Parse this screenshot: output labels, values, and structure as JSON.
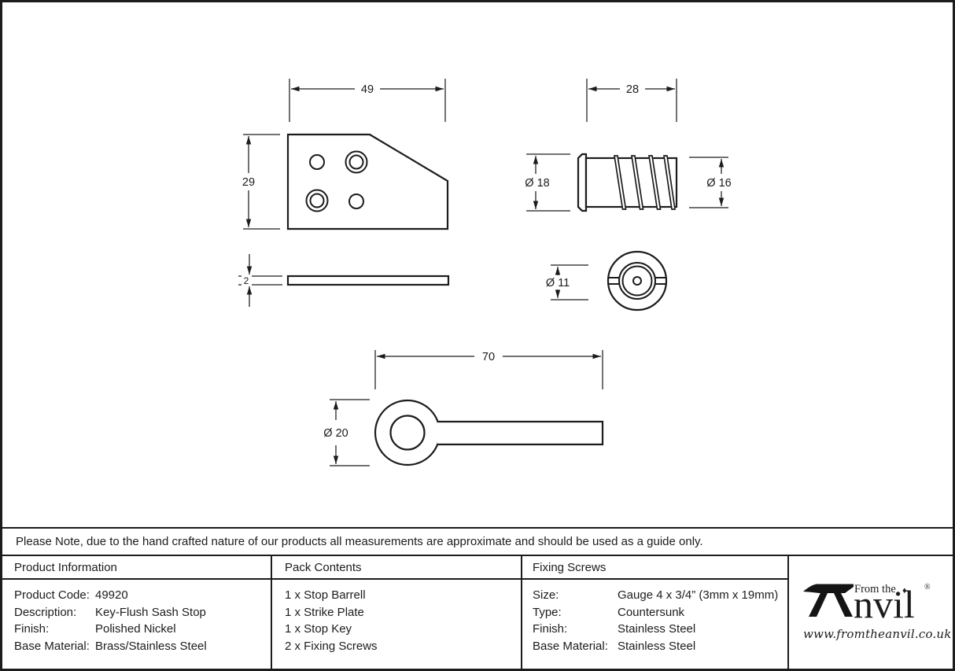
{
  "note": "Please Note, due to the hand crafted nature of our products all measurements are approximate and should be used as a guide only.",
  "drawing": {
    "dims": {
      "plate_width": "49",
      "plate_height": "29",
      "plate_thickness": "2",
      "barrel_length": "28",
      "barrel_flange_diameter": "Ø 18",
      "barrel_body_diameter": "Ø 16",
      "barrel_recess_diameter": "Ø 11",
      "key_length": "70",
      "key_ring_diameter": "Ø 20"
    }
  },
  "table": {
    "product_information": {
      "header": "Product Information",
      "rows": [
        {
          "label": "Product Code:",
          "value": "49920"
        },
        {
          "label": "Description:",
          "value": "Key-Flush Sash Stop"
        },
        {
          "label": "Finish:",
          "value": "Polished Nickel"
        },
        {
          "label": "Base Material:",
          "value": "Brass/Stainless Steel"
        }
      ]
    },
    "pack_contents": {
      "header": "Pack Contents",
      "items": [
        "1 x Stop Barrell",
        "1 x Strike Plate",
        "1 x Stop Key",
        "2 x Fixing Screws"
      ]
    },
    "fixing_screws": {
      "header": "Fixing Screws",
      "rows": [
        {
          "label": "Size:",
          "value": "Gauge 4 x 3/4” (3mm x 19mm)"
        },
        {
          "label": "Type:",
          "value": "Countersunk"
        },
        {
          "label": "Finish:",
          "value": "Stainless Steel"
        },
        {
          "label": "Base Material:",
          "value": "Stainless Steel"
        }
      ]
    }
  },
  "logo": {
    "prefix": "From the",
    "diamond": "♦",
    "name_suffix": "nvil",
    "registered": "®",
    "url": "www.fromtheanvil.co.uk"
  },
  "colors": {
    "ink": "#1c1c1c",
    "background": "#ffffff"
  }
}
